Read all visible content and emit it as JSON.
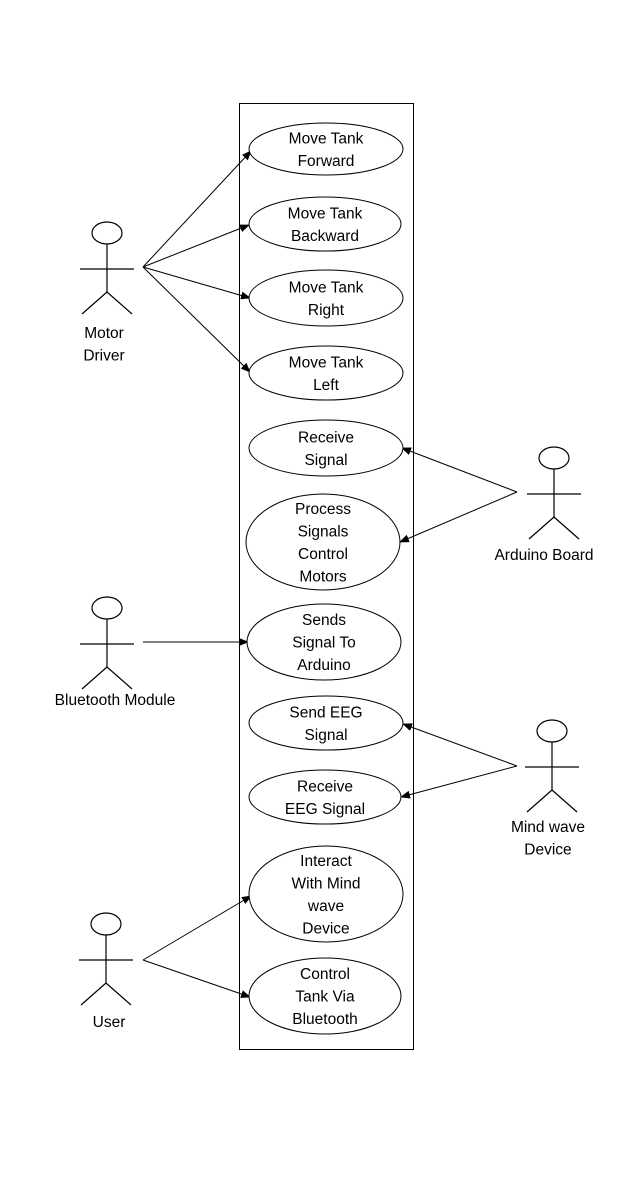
{
  "use_cases": [
    {
      "id": "move-forward",
      "lines": [
        "Move Tank",
        "Forward"
      ]
    },
    {
      "id": "move-backward",
      "lines": [
        "Move Tank",
        "Backward"
      ]
    },
    {
      "id": "move-right",
      "lines": [
        "Move Tank",
        "Right"
      ]
    },
    {
      "id": "move-left",
      "lines": [
        "Move Tank",
        "Left"
      ]
    },
    {
      "id": "receive-signal",
      "lines": [
        "Receive",
        "Signal"
      ]
    },
    {
      "id": "process-signals",
      "lines": [
        "Process",
        "Signals",
        "Control",
        "Motors"
      ]
    },
    {
      "id": "sends-signal",
      "lines": [
        "Sends",
        "Signal To",
        "Arduino"
      ]
    },
    {
      "id": "send-eeg",
      "lines": [
        "Send EEG",
        "Signal"
      ]
    },
    {
      "id": "receive-eeg",
      "lines": [
        "Receive",
        "EEG Signal"
      ]
    },
    {
      "id": "interact-mindwave",
      "lines": [
        "Interact",
        "With Mind",
        "wave",
        "Device"
      ]
    },
    {
      "id": "control-tank",
      "lines": [
        "Control",
        "Tank Via",
        "Bluetooth"
      ]
    }
  ],
  "actors": [
    {
      "id": "motor-driver",
      "label_lines": [
        "Motor",
        "Driver"
      ]
    },
    {
      "id": "arduino-board",
      "label_lines": [
        "Arduino Board"
      ]
    },
    {
      "id": "bluetooth-module",
      "label_lines": [
        "Bluetooth Module"
      ]
    },
    {
      "id": "mind-wave-device",
      "label_lines": [
        "Mind wave",
        "Device"
      ]
    },
    {
      "id": "user",
      "label_lines": [
        "User"
      ]
    }
  ],
  "associations": [
    {
      "actor": "motor-driver",
      "use_case": "move-forward"
    },
    {
      "actor": "motor-driver",
      "use_case": "move-backward"
    },
    {
      "actor": "motor-driver",
      "use_case": "move-right"
    },
    {
      "actor": "motor-driver",
      "use_case": "move-left"
    },
    {
      "actor": "arduino-board",
      "use_case": "receive-signal"
    },
    {
      "actor": "arduino-board",
      "use_case": "process-signals"
    },
    {
      "actor": "bluetooth-module",
      "use_case": "sends-signal"
    },
    {
      "actor": "mind-wave-device",
      "use_case": "send-eeg"
    },
    {
      "actor": "mind-wave-device",
      "use_case": "receive-eeg"
    },
    {
      "actor": "user",
      "use_case": "interact-mindwave"
    },
    {
      "actor": "user",
      "use_case": "control-tank"
    }
  ]
}
